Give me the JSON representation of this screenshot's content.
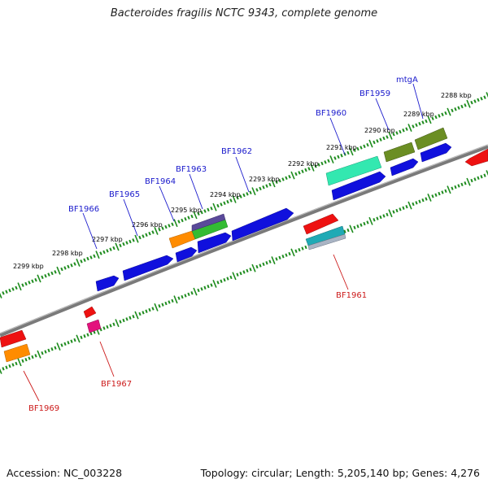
{
  "title": "Bacteroides fragilis NCTC 9343, complete genome",
  "footer": {
    "accession": "Accession: NC_003228",
    "summary": "Topology: circular; Length: 5,205,140 bp; Genes: 4,276"
  },
  "colors": {
    "backbone": "#888888",
    "tick": "#1e8c1e",
    "label_upper": "#1a1acc",
    "label_lower": "#cc1a1a"
  },
  "scale_labels": [
    "2288 kbp",
    "2289 kbp",
    "2290 kbp",
    "2291 kbp",
    "2292 kbp",
    "2293 kbp",
    "2294 kbp",
    "2295 kbp",
    "2296 kbp",
    "2297 kbp",
    "2298 kbp",
    "2299 kbp"
  ],
  "gene_labels": {
    "mtgA": "mtgA",
    "BF1959": "BF1959",
    "BF1960": "BF1960",
    "BF1962": "BF1962",
    "BF1963": "BF1963",
    "BF1964": "BF1964",
    "BF1965": "BF1965",
    "BF1966": "BF1966",
    "BF1961": "BF1961",
    "BF1967": "BF1967",
    "BF1969": "BF1969"
  }
}
